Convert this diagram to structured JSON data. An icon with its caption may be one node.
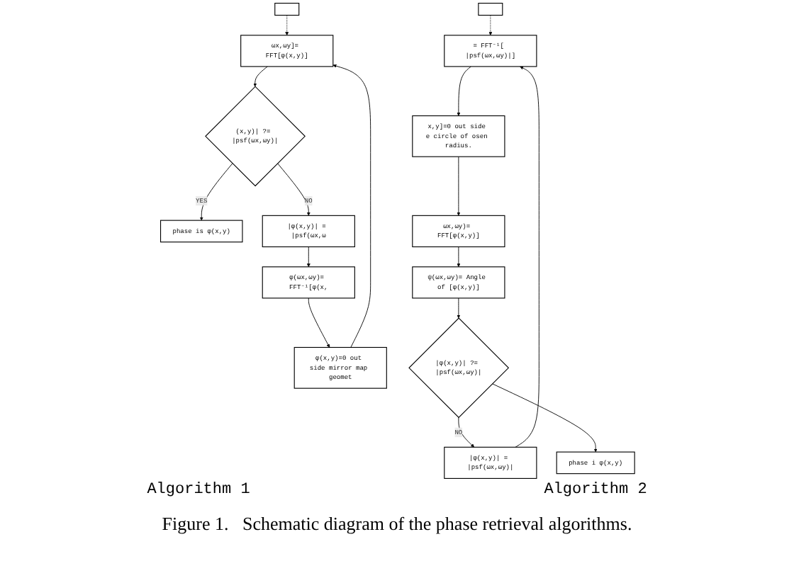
{
  "diagram": {
    "caption": "Figure 1.   Schematic diagram of the phase retrieval algorithms.",
    "nodes": [
      {
        "text": [],
        "shape": "box"
      },
      {
        "text": [
          "ωx,ωy]= FFT[φ(x,y)]"
        ]
      },
      {
        "text": [
          "(x,y)| ?= |psf(ωx,ωy)|"
        ]
      },
      {
        "text": [
          "phase is φ(x,y)"
        ]
      },
      {
        "text": [
          "|φ(x,y)| = |psf(ωx,ω"
        ]
      },
      {
        "text": [
          "φ(ωx,ωy)= FFT⁻¹[φ(x,"
        ]
      },
      {
        "text": [
          "φ(x,y)=0 out side mirror map geomet"
        ]
      },
      {
        "text": [],
        "shape": "box"
      },
      {
        "text": [
          "= FFT⁻¹[ |psf(ωx,ωy)|]"
        ]
      },
      {
        "text": [
          "x,y]=0 out side e circle of osen radius."
        ]
      },
      {
        "text": [
          "ωx,ωy)= FFT[φ(x,y)]"
        ]
      },
      {
        "text": [
          "ψ(ωx,ωy)= Angle of [φ(x,y)]"
        ]
      },
      {
        "text": [
          "|φ(x,y)| ?= |psf(ωx,ωy)|"
        ]
      },
      {
        "text": [
          "|φ(x,y)| = |psf(ωx,ωy)|"
        ]
      },
      {
        "text": [
          "phase i φ(x,y)"
        ]
      }
    ],
    "edges": [
      {
        "from": 0,
        "to": 1,
        "arrow": "to",
        "style": "dashed"
      },
      {
        "from": 1,
        "to": 2,
        "arrow": "to"
      },
      {
        "from": 2,
        "to": 3,
        "arrow": "to",
        "label": "YES"
      },
      {
        "from": 2,
        "to": 4,
        "arrow": "to",
        "label": "NO"
      },
      {
        "from": 4,
        "to": 5,
        "arrow": "to"
      },
      {
        "from": 5,
        "to": 6,
        "arrow": "to"
      },
      {
        "from": 6,
        "to": 1,
        "arrow": "to"
      },
      {
        "from": 7,
        "to": 8,
        "arrow": "to",
        "style": "dashed"
      },
      {
        "from": 8,
        "to": 9,
        "arrow": "to"
      },
      {
        "from": 9,
        "to": 10,
        "arrow": "to"
      },
      {
        "from": 10,
        "to": 11,
        "arrow": "to"
      },
      {
        "from": 11,
        "to": 12,
        "arrow": "to"
      },
      {
        "from": 12,
        "to": 13,
        "arrow": "to",
        "label": "NO"
      },
      {
        "from": 12,
        "to": 14,
        "arrow": "to"
      },
      {
        "from": 13,
        "to": 8,
        "arrow": "to"
      }
    ],
    "labels": [
      "Algorithm 1",
      "Algorithm 2"
    ]
  }
}
